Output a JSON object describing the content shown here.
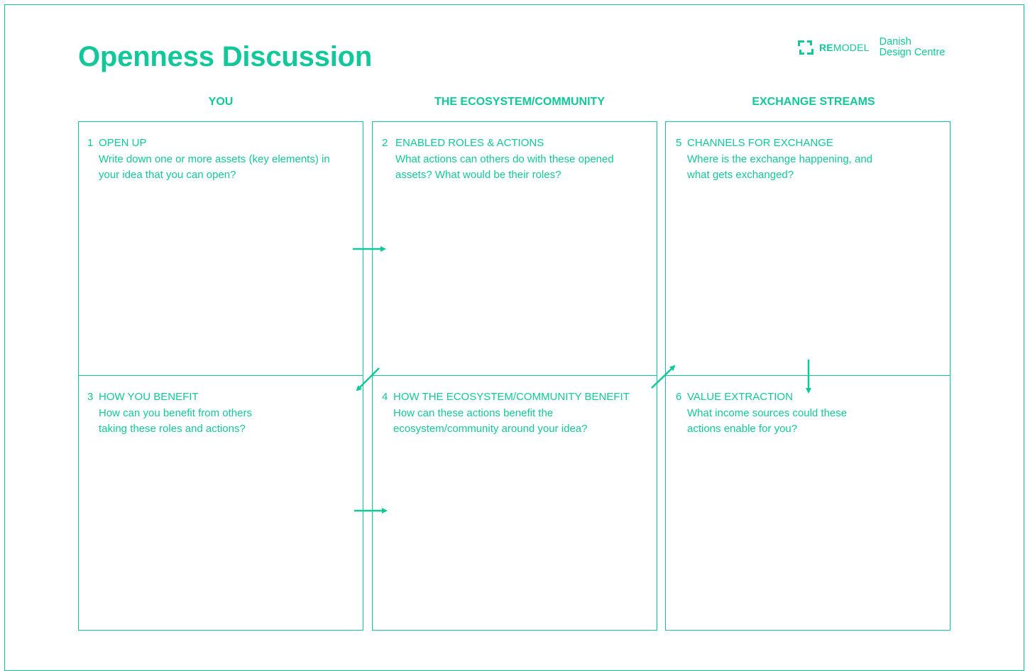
{
  "title": "Openness Discussion",
  "brand": {
    "remodel_bold": "RE",
    "remodel_rest": "MODEL",
    "ddc_line1": "Danish",
    "ddc_line2": "Design Centre",
    "accent_color": "#12c79a"
  },
  "columns": [
    {
      "heading": "YOU"
    },
    {
      "heading": "THE ECOSYSTEM/COMMUNITY"
    },
    {
      "heading": "EXCHANGE STREAMS"
    }
  ],
  "cells": [
    {
      "num": "1",
      "title": "OPEN UP",
      "question": "Write down one or more assets (key elements) in your idea that you can open?"
    },
    {
      "num": "2",
      "title": "ENABLED ROLES & ACTIONS",
      "question": "What actions can others do with these opened assets? What would be their roles?"
    },
    {
      "num": "5",
      "title": "CHANNELS FOR EXCHANGE",
      "question": "Where is the exchange happening, and what gets exchanged?"
    },
    {
      "num": "3",
      "title": "HOW YOU BENEFIT",
      "question": "How can you benefit from others taking these roles and actions?"
    },
    {
      "num": "4",
      "title": "HOW THE ECOSYSTEM/COMMUNITY BENEFIT",
      "question": "How can these actions benefit the ecosystem/community around your idea?"
    },
    {
      "num": "6",
      "title": "VALUE EXTRACTION",
      "question": "What income sources could these actions enable for you?"
    }
  ]
}
